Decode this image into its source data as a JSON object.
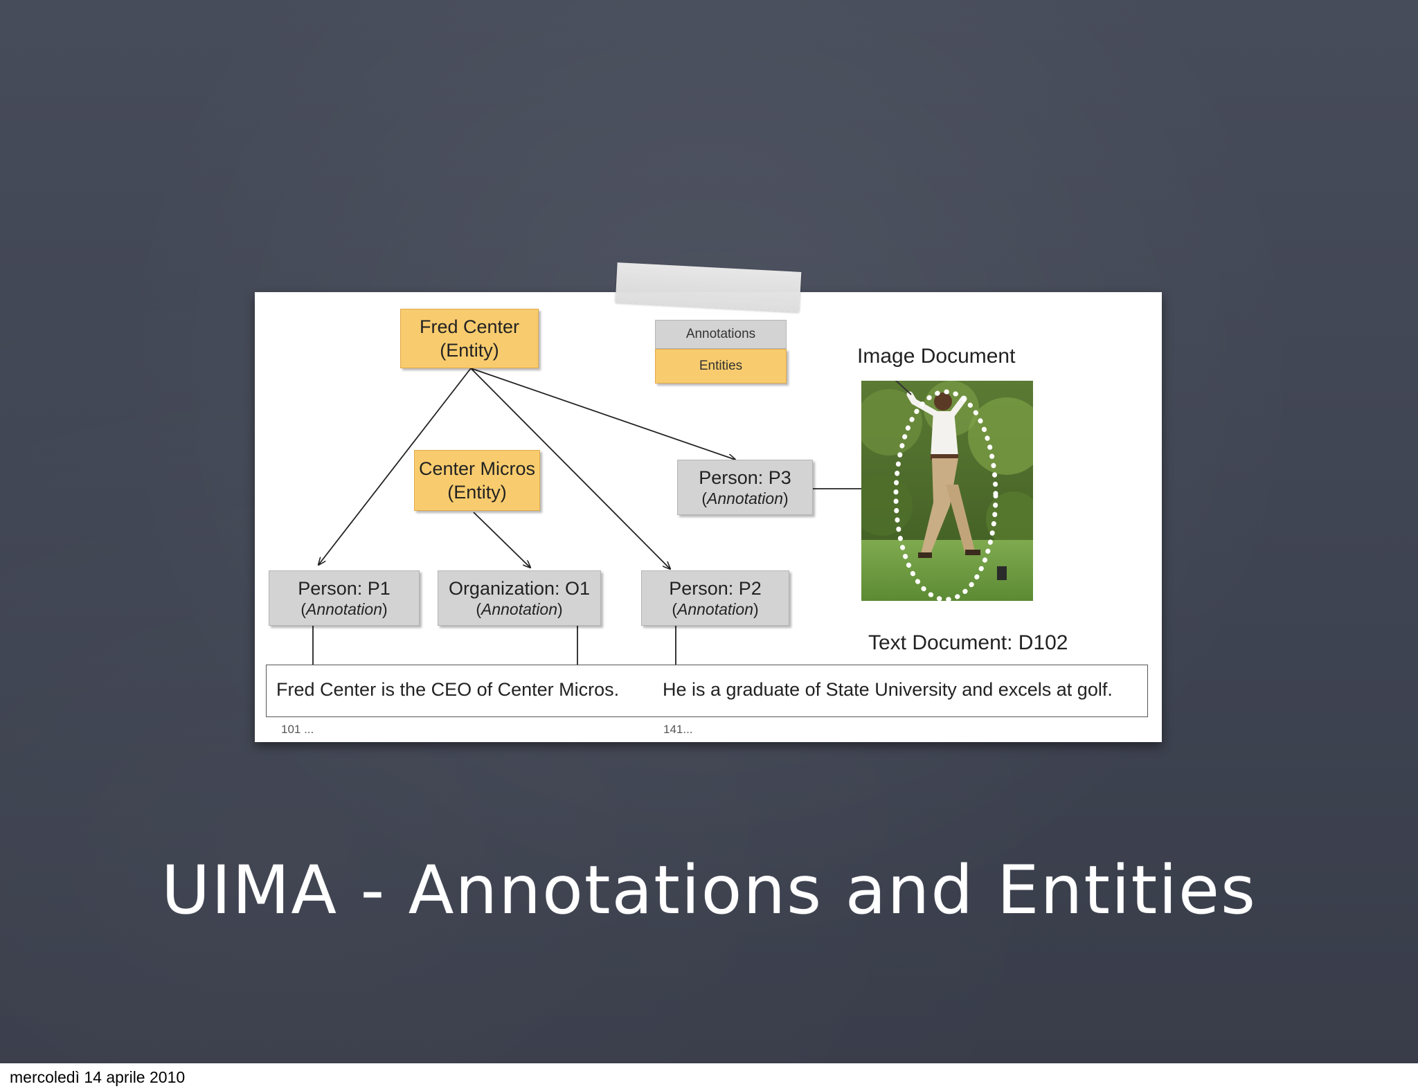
{
  "slide": {
    "title": "UIMA - Annotations and Entities",
    "footer_date": "mercoledì 14 aprile 2010"
  },
  "key": {
    "annotations_label": "Annotations",
    "entities_label": "Entities"
  },
  "entities": {
    "fred_center": {
      "name": "Fred Center",
      "type": "(Entity)"
    },
    "center_micros": {
      "name": "Center Micros",
      "type": "(Entity)"
    }
  },
  "annotations": {
    "person_p1": {
      "name": "Person: P1",
      "type": "Annotation"
    },
    "organization_o1": {
      "name": "Organization: O1",
      "type": "Annotation"
    },
    "person_p2": {
      "name": "Person: P2",
      "type": "Annotation"
    },
    "person_p3": {
      "name": "Person: P3",
      "type": "Annotation"
    }
  },
  "image_document": {
    "label": "Image Document"
  },
  "text_document": {
    "label": "Text Document: D102",
    "sentence_1": "Fred Center is the CEO of Center Micros.",
    "sentence_2": "He is a graduate of State University and excels at golf.",
    "offset_1": "101 ...",
    "offset_2": "141..."
  },
  "colors": {
    "entity_fill": "#f8cc6e",
    "annotation_fill": "#d3d3d3",
    "underline_red": "#e02020",
    "slide_background": "#42475a"
  }
}
